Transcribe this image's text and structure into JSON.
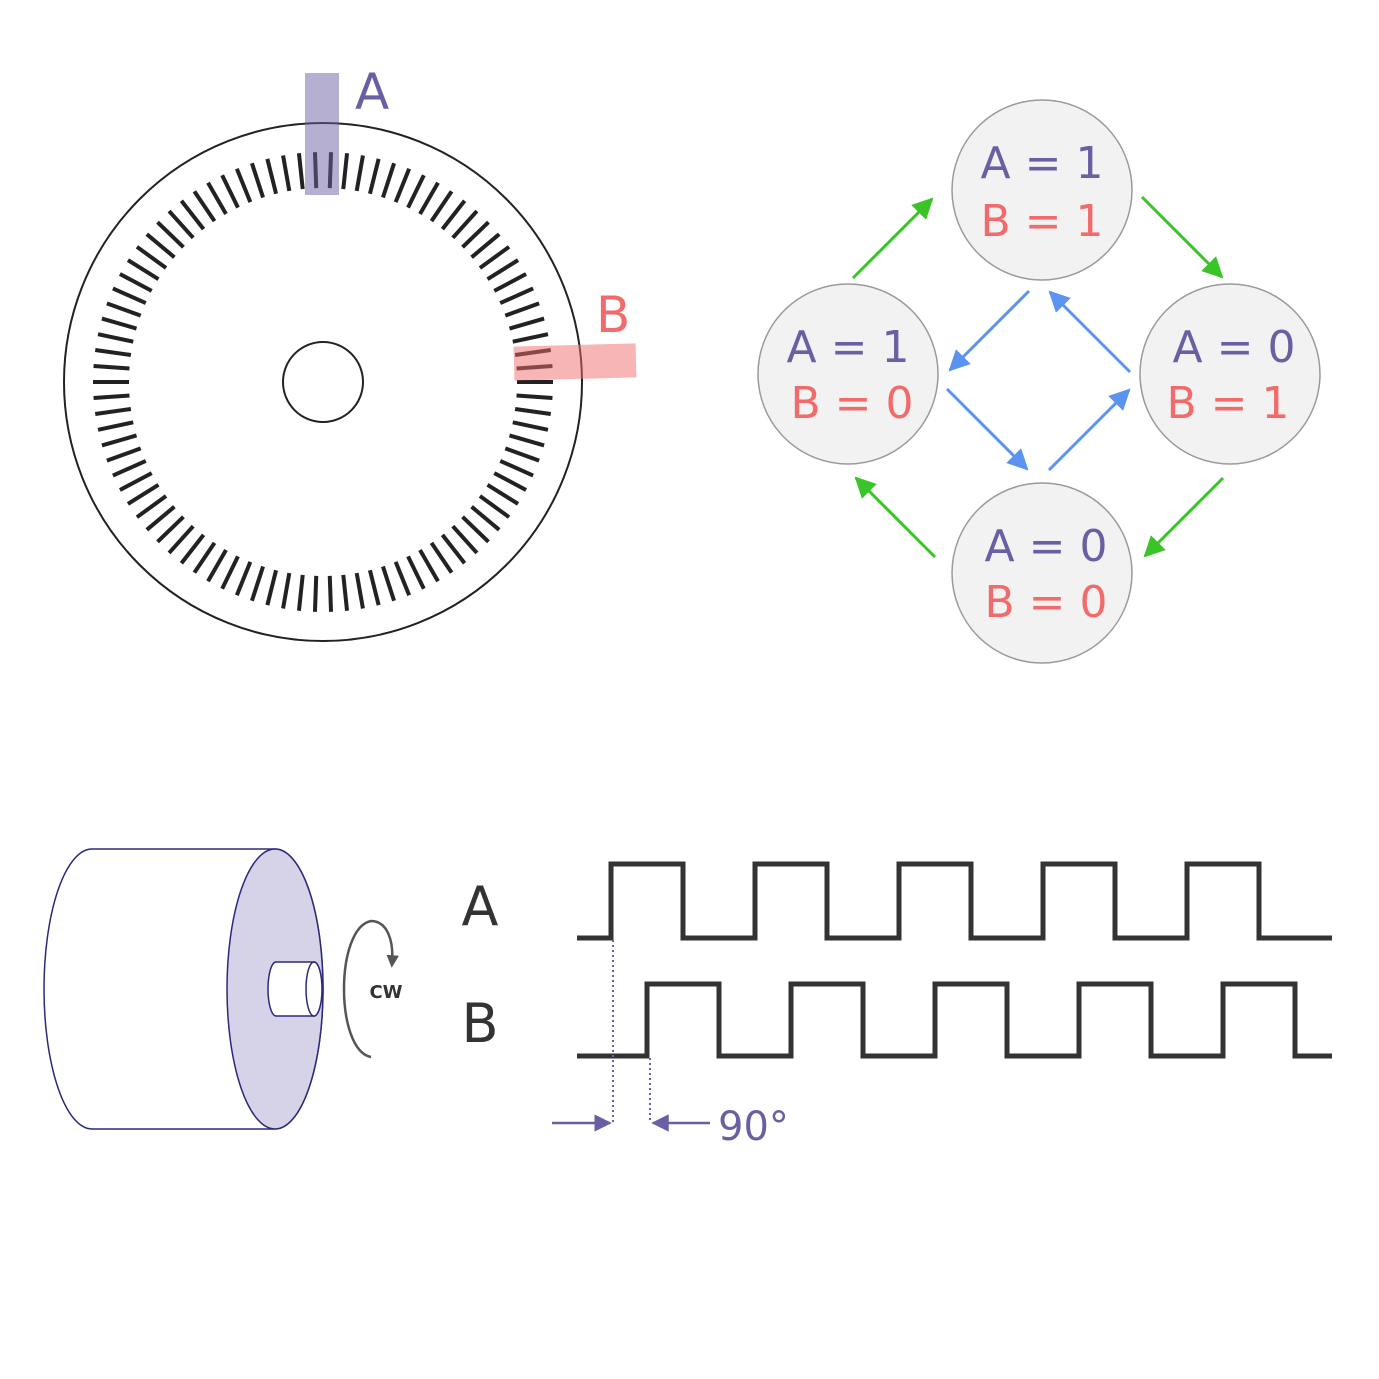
{
  "disk": {
    "sensor_a_label": "A",
    "sensor_b_label": "B",
    "slot_count": 90
  },
  "states": {
    "top": {
      "a": "A = 1",
      "b": "B = 1"
    },
    "left": {
      "a": "A = 1",
      "b": "B = 0"
    },
    "right": {
      "a": "A = 0",
      "b": "B = 1"
    },
    "bottom": {
      "a": "A = 0",
      "b": "B = 0"
    }
  },
  "motor": {
    "rotation_label": "CW"
  },
  "waveform": {
    "channel_a_label": "A",
    "channel_b_label": "B",
    "phase_label": "90°",
    "cycles": 5
  },
  "colors": {
    "a": "#6b5fa3",
    "b": "#f26b6b",
    "sensor_a_fill": "#b3afd0",
    "sensor_b_fill": "#f8b4b1",
    "green_arrow": "#3ac428",
    "blue_arrow": "#5b93f0",
    "state_fill": "#f2f2f2",
    "state_stroke": "#9a9a9a",
    "motor_face": "#d6d2e8",
    "motor_stroke": "#2b2a7a",
    "ink": "#333333"
  }
}
